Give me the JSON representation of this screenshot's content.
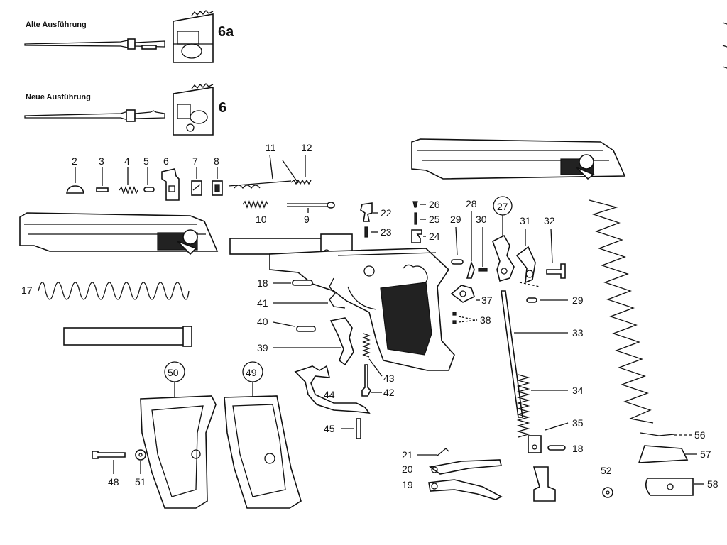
{
  "captions": {
    "old_version": "Alte Ausführung",
    "new_version": "Neue Ausführung"
  },
  "labels": {
    "p6a": "6a",
    "p6big": "6",
    "p2": "2",
    "p3": "3",
    "p4": "4",
    "p5": "5",
    "p6": "6",
    "p7": "7",
    "p8": "8",
    "p9": "9",
    "p10": "10",
    "p11": "11",
    "p12": "12",
    "p17": "17",
    "p18a": "18",
    "p18b": "18",
    "p19": "19",
    "p20": "20",
    "p21": "21",
    "p22": "22",
    "p23": "23",
    "p24": "24",
    "p25": "25",
    "p26": "26",
    "p27": "27",
    "p28": "28",
    "p29a": "29",
    "p29b": "29",
    "p30": "30",
    "p31": "31",
    "p32": "32",
    "p33": "33",
    "p34": "34",
    "p35": "35",
    "p37": "37",
    "p38": "38",
    "p39": "39",
    "p40": "40",
    "p41": "41",
    "p42": "42",
    "p43": "43",
    "p44": "44",
    "p45": "45",
    "p48": "48",
    "p49": "49",
    "p50": "50",
    "p51": "51",
    "p52": "52",
    "p56": "56",
    "p57": "57",
    "p58": "58"
  }
}
